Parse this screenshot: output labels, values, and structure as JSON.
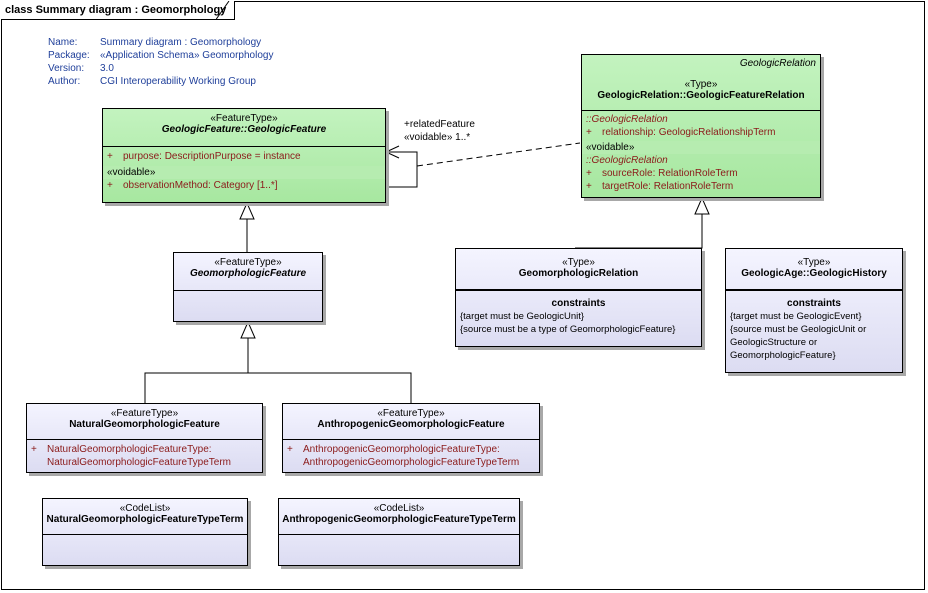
{
  "frame": {
    "title": "class Summary diagram : Geomorphology"
  },
  "meta": [
    {
      "key": "Name:",
      "value": "Summary diagram : Geomorphology"
    },
    {
      "key": "Package:",
      "value": "«Application Schema» Geomorphology"
    },
    {
      "key": "Version:",
      "value": "3.0"
    },
    {
      "key": "Author:",
      "value": "CGI Interoperability Working Group"
    }
  ],
  "geologic_feature": {
    "stereotype": "«FeatureType»",
    "name": "GeologicFeature::GeologicFeature",
    "attr_purpose": "purpose:  DescriptionPurpose = instance",
    "voidable": "«voidable»",
    "attr_observation": "observationMethod:  Category [1..*]"
  },
  "geologic_relation": {
    "group_title": "GeologicRelation",
    "stereotype": "«Type»",
    "name": "GeologicRelation::GeologicFeatureRelation",
    "group1": "::GeologicRelation",
    "attr_relationship": "relationship:  GeologicRelationshipTerm",
    "voidable": "«voidable»",
    "group2": "::GeologicRelation",
    "attr_source": "sourceRole:  RelationRoleTerm",
    "attr_target": "targetRole:  RelationRoleTerm"
  },
  "self_assoc": {
    "role": "+relatedFeature",
    "multiplicity": "«voidable» 1..*"
  },
  "geomorphologic_feature": {
    "stereotype": "«FeatureType»",
    "name": "GeomorphologicFeature"
  },
  "geomorphologic_relation": {
    "stereotype": "«Type»",
    "name": "GeomorphologicRelation",
    "constraints_title": "constraints",
    "constraint1": "{target must be GeologicUnit}",
    "constraint2": "{source must be a type of GeomorphologicFeature}"
  },
  "geologic_history": {
    "stereotype": "«Type»",
    "name": "GeologicAge::GeologicHistory",
    "constraints_title": "constraints",
    "constraint1": "{target must be GeologicEvent}",
    "constraint2": "{source must be GeologicUnit or",
    "constraint3": "GeologicStructure or",
    "constraint4": "GeomorphologicFeature}"
  },
  "natural_feature": {
    "stereotype": "«FeatureType»",
    "name": "NaturalGeomorphologicFeature",
    "attr_line1": "NaturalGeomorphologicFeatureType:",
    "attr_line2": "NaturalGeomorphologicFeatureTypeTerm"
  },
  "anthropogenic_feature": {
    "stereotype": "«FeatureType»",
    "name": "AnthropogenicGeomorphologicFeature",
    "attr_line1": "AnthropogenicGeomorphologicFeatureType:",
    "attr_line2": "AnthropogenicGeomorphologicFeatureTypeTerm"
  },
  "natural_codelist": {
    "stereotype": "«CodeList»",
    "name": "NaturalGeomorphologicFeatureTypeTerm"
  },
  "anthropogenic_codelist": {
    "stereotype": "«CodeList»",
    "name": "AnthropogenicGeomorphologicFeatureTypeTerm"
  },
  "plus": "+",
  "colors": {
    "feature_fill": "#a7e7a0",
    "type_fill": "#dcdcf2",
    "attribute_text": "#8b1a1a",
    "meta_text": "#1f3f9a"
  }
}
